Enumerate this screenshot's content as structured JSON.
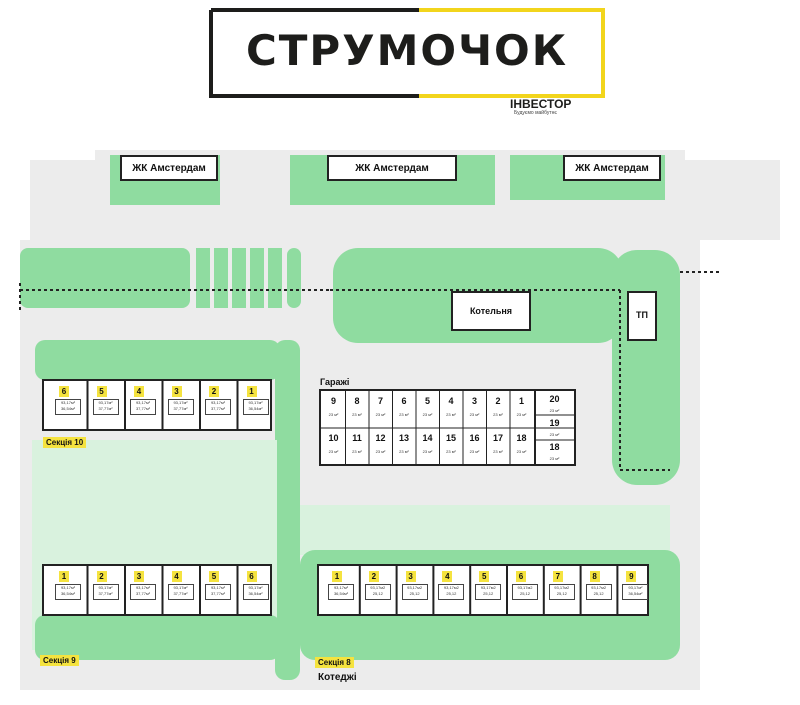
{
  "header": {
    "logo": "СТРУМОЧОК",
    "brand": "ІНВЕСТОР",
    "tagline": "Будуємо майбутнє"
  },
  "buildings": {
    "amsterdam_left": "ЖК Амстердам",
    "amsterdam_center": "ЖК Амстердам",
    "amsterdam_right": "ЖК Амстердам",
    "boiler": "Котельня",
    "tp": "ТП"
  },
  "labels": {
    "garages": "Гаражі",
    "cottages": "Котеджі"
  },
  "garages": {
    "area": "23 м²",
    "top_row": [
      "9",
      "8",
      "7",
      "6",
      "5",
      "4",
      "3",
      "2",
      "1"
    ],
    "bottom_row": [
      "10",
      "11",
      "12",
      "13",
      "14",
      "15",
      "16",
      "17",
      "18"
    ],
    "side": [
      "20",
      "19",
      "18"
    ]
  },
  "sections": [
    {
      "name": "Секція 10",
      "units": [
        "6",
        "5",
        "4",
        "3",
        "2",
        "1"
      ],
      "areas": [
        "93,17м²",
        "93,17м²",
        "93,17м²",
        "93,17м²",
        "93,17м²",
        "93,17м²"
      ],
      "areas2": [
        "36,54м²",
        "37,77м²",
        "37,77м²",
        "37,77м²",
        "37,77м²",
        "36,54м²"
      ]
    },
    {
      "name": "Секція 9",
      "units": [
        "1",
        "2",
        "3",
        "4",
        "5",
        "6"
      ],
      "areas": [
        "93,17м²",
        "93,17м²",
        "93,17м²",
        "93,17м²",
        "93,17м²",
        "93,17м²"
      ],
      "areas2": [
        "36,54м²",
        "37,77м²",
        "37,77м²",
        "37,77м²",
        "37,77м²",
        "36,54м²"
      ]
    },
    {
      "name": "Секція 8",
      "units": [
        "1",
        "2",
        "3",
        "4",
        "5",
        "6",
        "7",
        "8",
        "9"
      ],
      "areas": [
        "93,17м²",
        "93,17м2",
        "93,17м2",
        "93,17м2",
        "93,17м2",
        "93,17м2",
        "93,17м2",
        "93,17м2",
        "93,17м²"
      ],
      "areas2": [
        "36,54м²",
        "25,12",
        "25,12",
        "25,12",
        "25,12",
        "25,12",
        "25,12",
        "25,12",
        "36,54м²"
      ]
    }
  ],
  "colors": {
    "green": "#8fdca0",
    "road": "#ececec",
    "yellow": "#f2d51c",
    "dark": "#1d1d1b"
  }
}
